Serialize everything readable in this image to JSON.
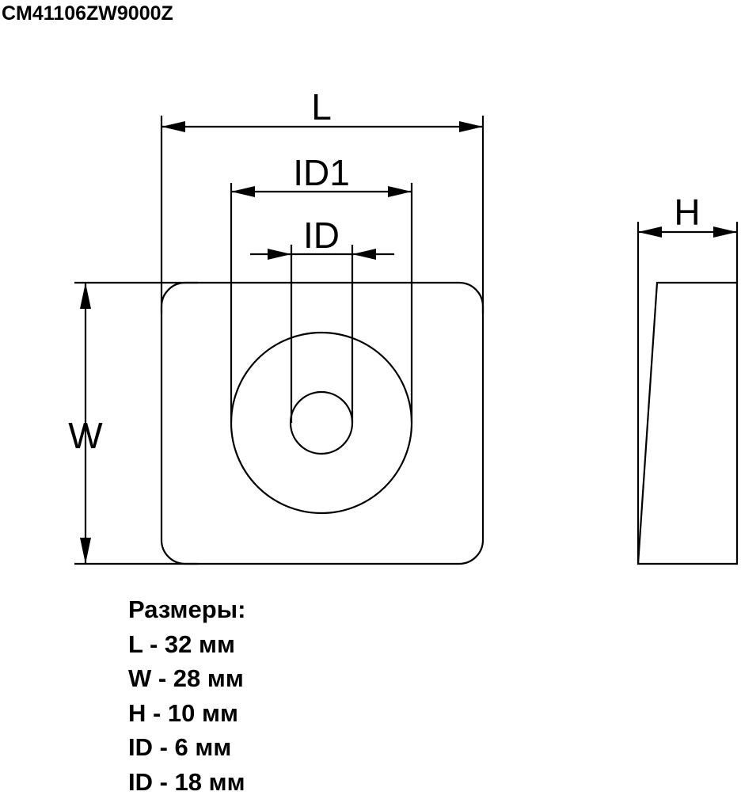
{
  "part_code": "CM41106ZW9000Z",
  "labels": {
    "L": "L",
    "ID1": "ID1",
    "ID": "ID",
    "W": "W",
    "H": "H"
  },
  "specs": {
    "heading": "Размеры:",
    "lines": [
      "L - 32 мм",
      "W - 28 мм",
      "H - 10 мм",
      "ID - 6 мм",
      "ID - 18 мм"
    ]
  },
  "colors": {
    "line": "#000000",
    "background": "#ffffff"
  }
}
